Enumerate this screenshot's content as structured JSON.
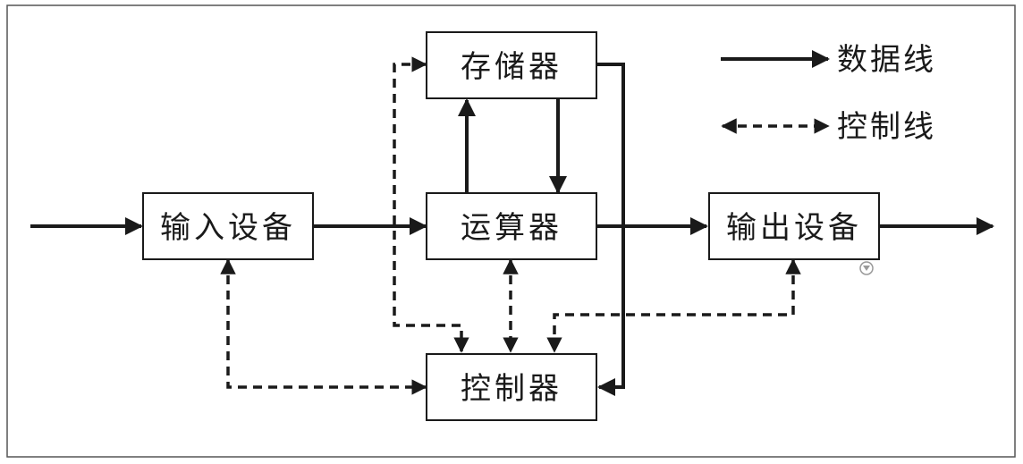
{
  "nodes": {
    "memory": "存储器",
    "input_device": "输入设备",
    "alu": "运算器",
    "output_device": "输出设备",
    "controller": "控制器"
  },
  "legend": {
    "data_line": "数据线",
    "control_line": "控制线"
  },
  "colors": {
    "line": "#1a1a1a",
    "frame": "#555555",
    "box_border": "#1a1a1a",
    "background": "#ffffff"
  }
}
